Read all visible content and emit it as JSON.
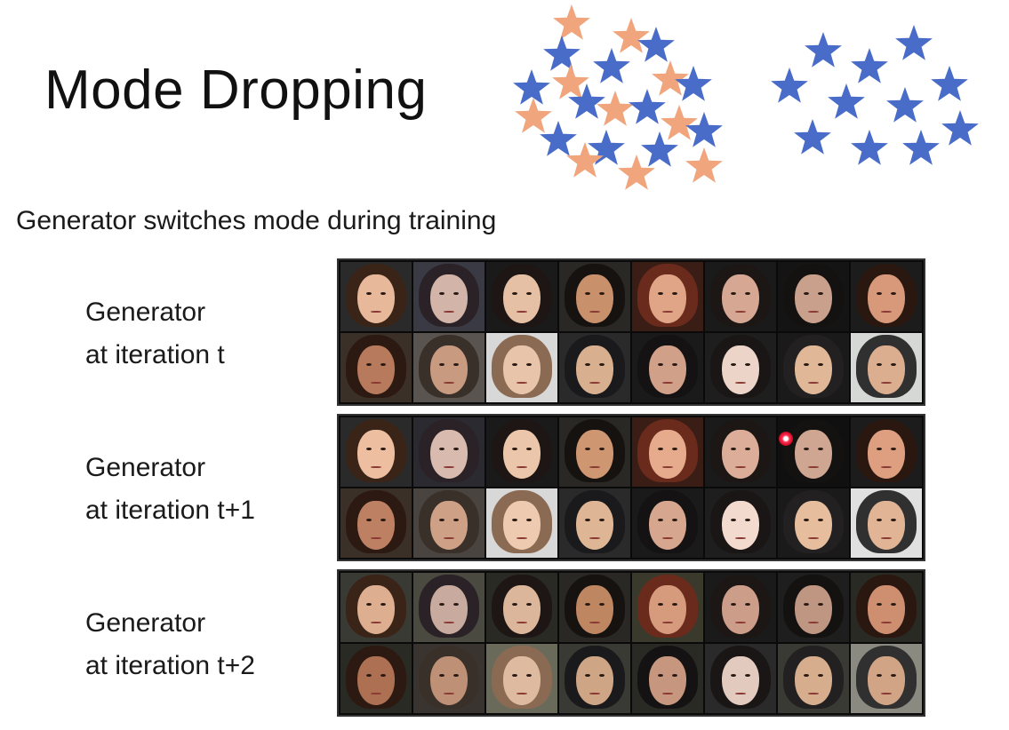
{
  "title": "Mode Dropping",
  "subtitle": "Generator switches mode during training",
  "colors": {
    "star_blue": "#4a6cc9",
    "star_orange": "#f0a57c",
    "grid_background": "#0a0a0a"
  },
  "star_icon": "star-icon",
  "generators": [
    {
      "line1": "Generator",
      "line2": "at iteration t"
    },
    {
      "line1": "Generator",
      "line2": "at iteration t+1"
    },
    {
      "line1": "Generator",
      "line2": "at iteration t+2"
    }
  ]
}
